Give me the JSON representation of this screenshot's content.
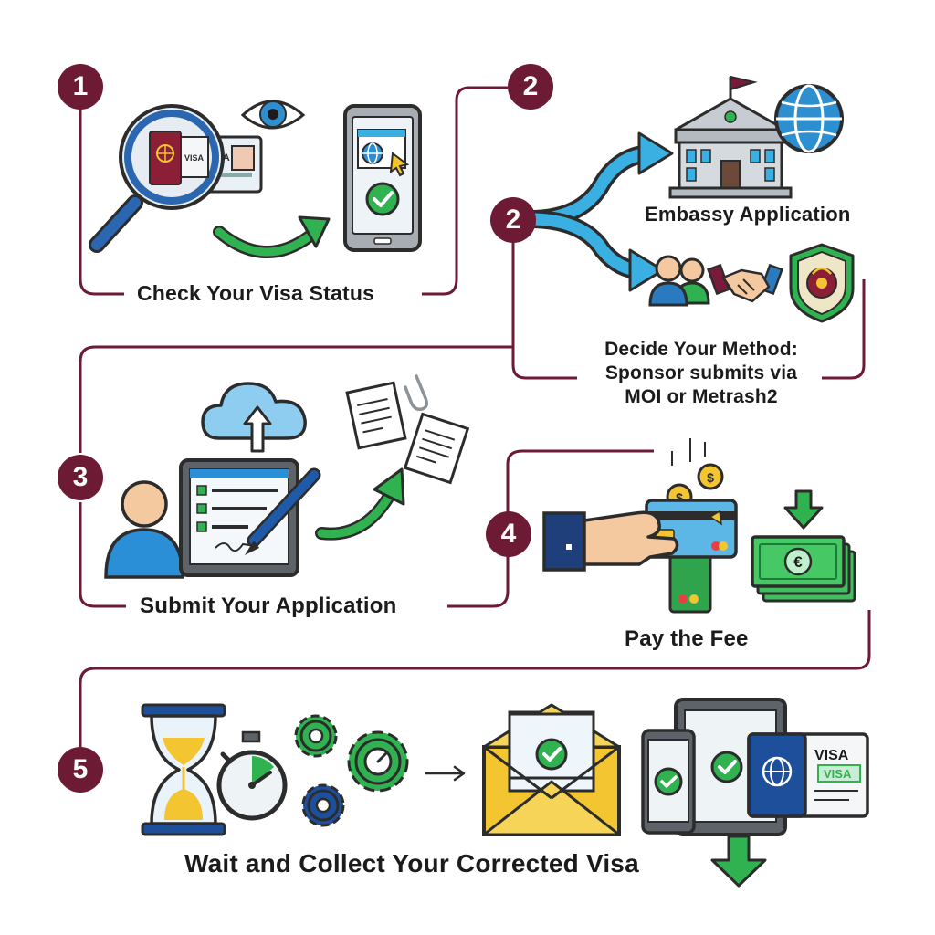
{
  "colors": {
    "badge": "#6d1a34",
    "connector": "#6d1a34",
    "outline": "#2c2c2c",
    "blue": "#1e6fb4",
    "cyan": "#3ab0e2",
    "green": "#2fb24f",
    "yellow": "#f2c531",
    "maroon": "#7a1a3a"
  },
  "steps": [
    {
      "number": "1",
      "label": "Check Your Visa Status"
    },
    {
      "number": "2",
      "label": ""
    },
    {
      "number": "2",
      "label": "Decide Your Method: Sponsor submits via MOI or Metrash2"
    },
    {
      "number": "3",
      "label": "Submit Your Application"
    },
    {
      "number": "4",
      "label": "Pay the Fee"
    },
    {
      "number": "5",
      "label": "Wait and Collect Your Corrected Visa"
    }
  ],
  "branch": {
    "embassy_label": "Embassy Application"
  },
  "card_text": {
    "visa_word": "VISA",
    "visa_stamp": "VISA"
  },
  "currency": {
    "euro_symbol": "€",
    "dollar_symbol": "$"
  },
  "icons": [
    "magnifier-icon",
    "passport-icon",
    "eye-icon",
    "phone-icon",
    "globe-icon",
    "cursor-icon",
    "checkmark-icon",
    "curved-arrow-icon",
    "embassy-building-icon",
    "flag-icon",
    "people-icon",
    "handshake-icon",
    "shield-emblem-icon",
    "cloud-upload-icon",
    "tablet-form-icon",
    "pen-icon",
    "person-icon",
    "documents-icon",
    "paperclip-icon",
    "credit-card-icon",
    "hand-icon",
    "coins-icon",
    "banknotes-icon",
    "down-arrow-icon",
    "hourglass-icon",
    "stopwatch-icon",
    "gear-icon",
    "envelope-icon",
    "devices-icon",
    "visa-card-icon"
  ]
}
